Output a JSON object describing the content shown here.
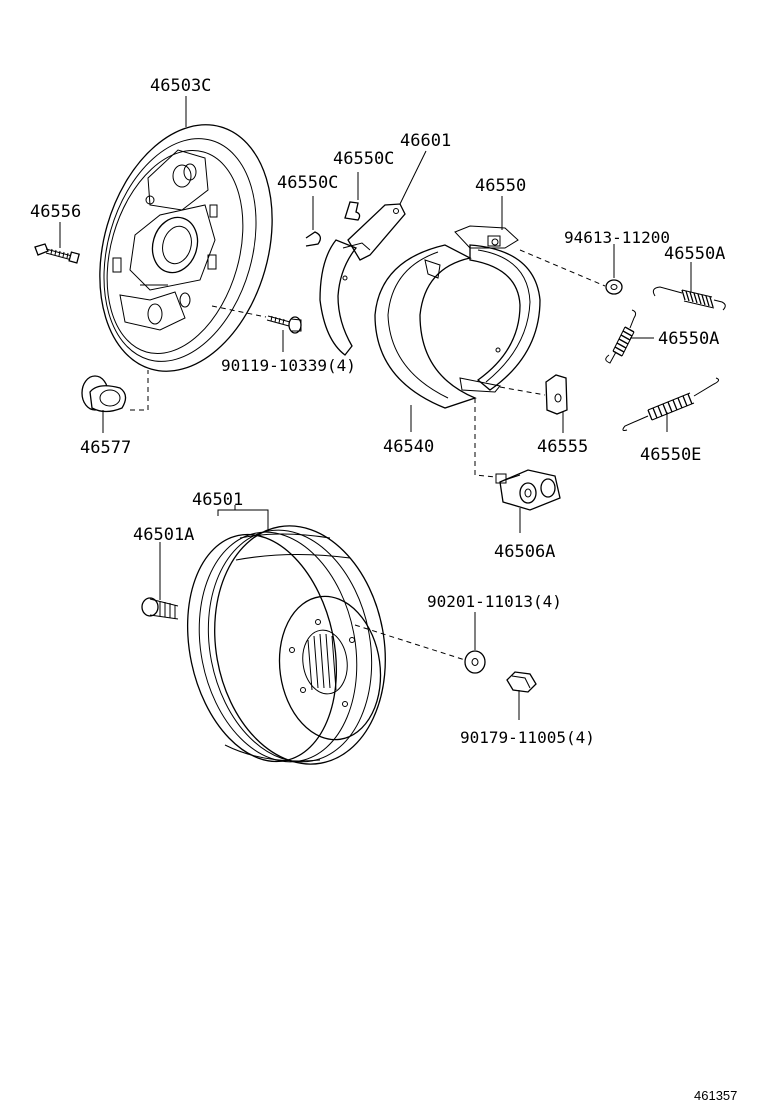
{
  "labels": {
    "backing_plate": "46503C",
    "bolt_46556": "46556",
    "bolt_90119": "90119-10339(4)",
    "plug_46577": "46577",
    "retainer_upper": "46550C",
    "retainer_lower": "46550C",
    "lever_46601": "46601",
    "shoe_set_46550": "46550",
    "washer_94613": "94613-11200",
    "spring_upper": "46550A",
    "spring_lower": "46550A",
    "shoe_46540": "46540",
    "pin_46555": "46555",
    "spring_46550e": "46550E",
    "adjuster_46506a": "46506A",
    "drum_46501": "46501",
    "bolt_46501a": "46501A",
    "washer_90201": "90201-11013(4)",
    "nut_90179": "90179-11005(4)"
  },
  "figure_ref": "461357"
}
